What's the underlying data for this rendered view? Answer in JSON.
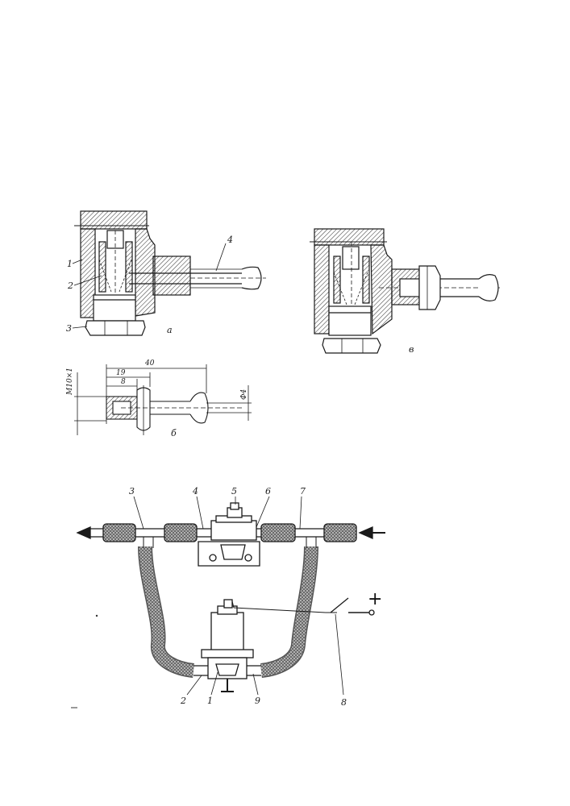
{
  "figures": {
    "a": {
      "caption": "а",
      "callouts": [
        {
          "num": "1"
        },
        {
          "num": "2"
        },
        {
          "num": "3"
        },
        {
          "num": "4"
        }
      ]
    },
    "b": {
      "caption": "б",
      "dimensions": {
        "thread": "M10×1",
        "overall": "40",
        "mid": "19",
        "short": "8",
        "diameter": "Ф4"
      }
    },
    "v": {
      "caption": "в"
    },
    "system": {
      "callouts": [
        {
          "num": "1"
        },
        {
          "num": "2"
        },
        {
          "num": "3"
        },
        {
          "num": "4"
        },
        {
          "num": "5"
        },
        {
          "num": "6"
        },
        {
          "num": "7"
        },
        {
          "num": "8"
        },
        {
          "num": "9"
        }
      ],
      "plus_sign": "+"
    }
  },
  "colors": {
    "ink": "#1a1a1a",
    "hatch": "#3a3a3a",
    "paper": "#ffffff"
  }
}
